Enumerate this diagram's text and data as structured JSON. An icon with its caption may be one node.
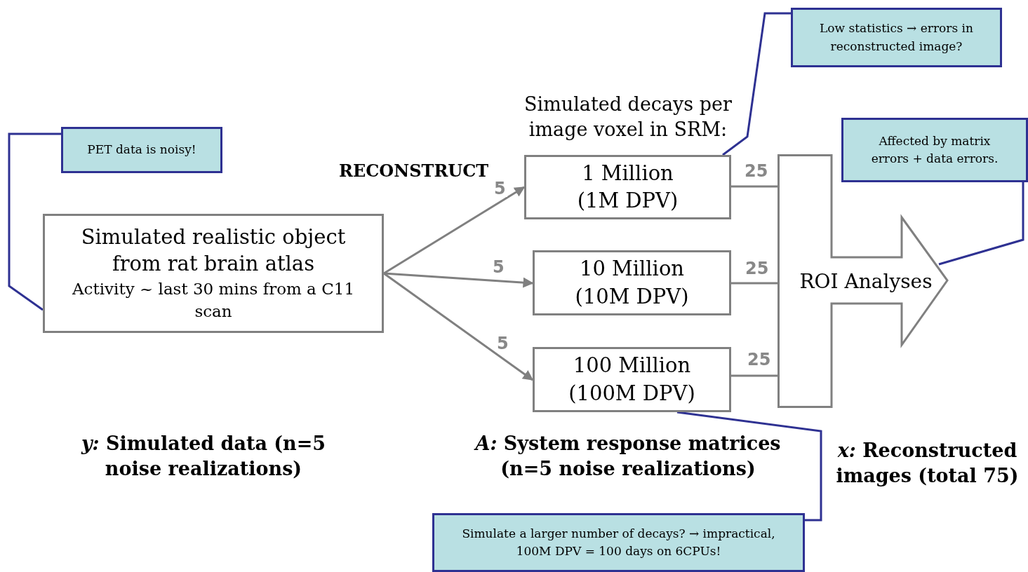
{
  "diagram": {
    "nodes": [
      {
        "text": [
          "Simulated realistic object from rat brain atlas",
          "Activity ~ last 30 mins from a C11 scan"
        ]
      },
      {
        "text": [
          "1 Million",
          "(1M DPV)"
        ]
      },
      {
        "text": [
          "10 Million",
          "(10M DPV)"
        ]
      },
      {
        "text": [
          "100 Million",
          "(100M DPV)"
        ]
      },
      {
        "text": [
          "ROI Analyses"
        ]
      },
      {
        "text": [
          "PET data is noisy!"
        ]
      },
      {
        "text": [
          "Low statistics → errors in reconstructed image?"
        ]
      },
      {
        "text": [
          "Affected by matrix errors + data errors."
        ]
      },
      {
        "text": [
          "Simulate a larger number of decays? → impractical, 100M DPV = 100 days on 6CPUs!"
        ]
      }
    ],
    "edges": [
      {
        "from": 0,
        "to": 1,
        "arrow": "to",
        "label": "5"
      },
      {
        "from": 0,
        "to": 2,
        "arrow": "to",
        "label": "5"
      },
      {
        "from": 0,
        "to": 3,
        "arrow": "to",
        "label": "5"
      },
      {
        "from": 1,
        "to": 4,
        "arrow": "none",
        "label": "25"
      },
      {
        "from": 2,
        "to": 4,
        "arrow": "none",
        "label": "25"
      },
      {
        "from": 3,
        "to": 4,
        "arrow": "none",
        "label": "25"
      },
      {
        "from": 5,
        "to": 0,
        "arrow": "none",
        "color": "#2e3192"
      },
      {
        "from": 6,
        "to": 1,
        "arrow": "none",
        "color": "#2e3192"
      },
      {
        "from": 7,
        "to": 4,
        "arrow": "none",
        "color": "#2e3192"
      },
      {
        "from": 8,
        "to": 3,
        "arrow": "none",
        "color": "#2e3192"
      }
    ],
    "labels": [
      "RECONSTRUCT",
      "Simulated decays per image voxel in SRM:",
      "*y:* Simulated data (n=5 noise realizations)",
      "*A:* System response matrices (n=5 noise realizations)",
      "*x:* Reconstructed images (total 75)"
    ]
  }
}
